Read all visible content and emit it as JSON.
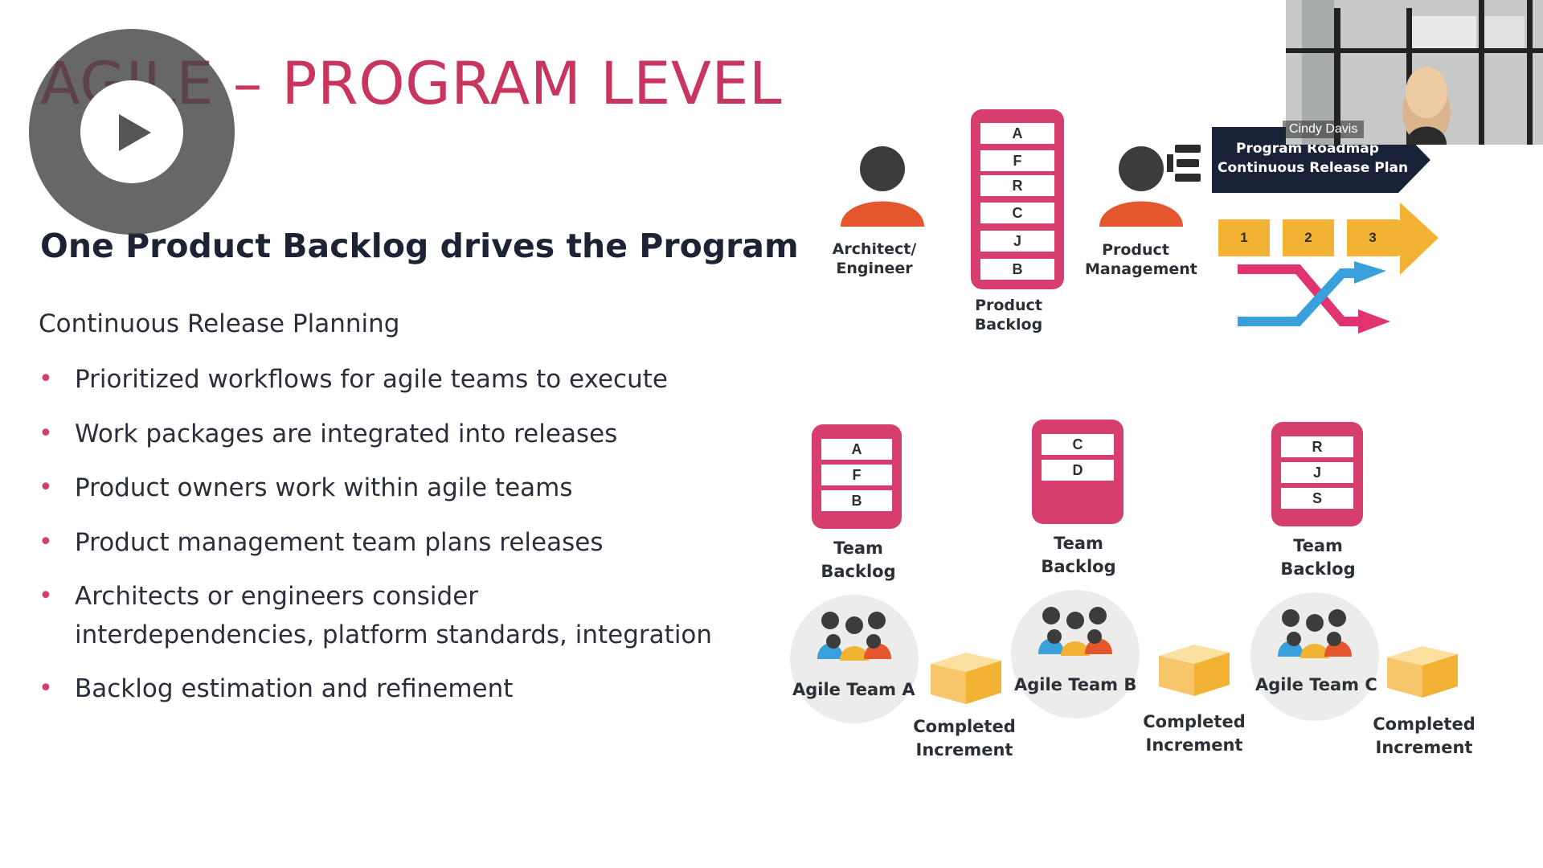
{
  "slide": {
    "title": "AGILE – PROGRAM LEVEL",
    "subtitle": "One Product Backlog drives the Program",
    "section_heading": "Continuous Release Planning",
    "bullets": [
      "Prioritized workflows for agile teams to execute",
      "Work packages are integrated into releases",
      "Product owners work within agile teams",
      "Product management team plans releases",
      "Architects or engineers consider interdependencies, platform standards, integration",
      "Backlog estimation and refinement"
    ]
  },
  "diagram": {
    "architect_label": "Architect/ Engineer",
    "product_management_label": "Product Management",
    "product_backlog": {
      "items": [
        "A",
        "F",
        "R",
        "C",
        "J",
        "B"
      ],
      "label": "Product Backlog"
    },
    "roadmap": {
      "line1": "Program Roadmap",
      "line2": "Continuous Release Plan"
    },
    "releases": [
      "1",
      "2",
      "3"
    ],
    "teams": [
      {
        "backlog_items": [
          "A",
          "F",
          "B"
        ],
        "backlog_label": "Team Backlog",
        "team_label": "Agile Team A",
        "increment_label": "Completed Increment"
      },
      {
        "backlog_items": [
          "C",
          "D"
        ],
        "backlog_label": "Team Backlog",
        "team_label": "Agile Team B",
        "increment_label": "Completed Increment"
      },
      {
        "backlog_items": [
          "R",
          "J",
          "S"
        ],
        "backlog_label": "Team Backlog",
        "team_label": "Agile Team C",
        "increment_label": "Completed Increment"
      }
    ]
  },
  "video": {
    "participant_name": "Cindy Davis",
    "play_icon": "play-icon"
  },
  "colors": {
    "title": "#c8365f",
    "backlog": "#d63f6d",
    "person_body": "#e4572e",
    "roadmap_bg": "#1a2238",
    "release_orange": "#f2b233",
    "flow_blue": "#3aa0dc",
    "flow_pink": "#e0336f"
  }
}
